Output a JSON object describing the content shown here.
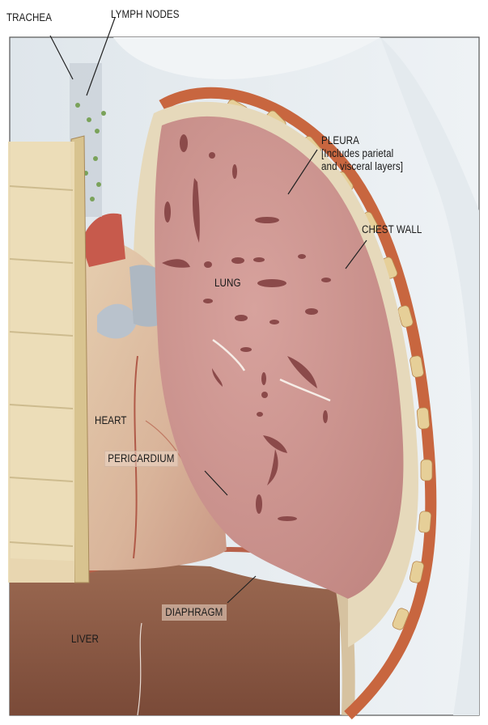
{
  "labels": {
    "trachea": "TRACHEA",
    "lymph_nodes": "LYMPH NODES",
    "pleura_title": "PLEURA",
    "pleura_line2": "[Includes parietal",
    "pleura_line3": "and visceral layers]",
    "chest_wall": "CHEST WALL",
    "lung": "LUNG",
    "heart": "HEART",
    "pericardium": "PERICARDIUM",
    "diaphragm": "DIAPHRAGM",
    "liver": "LIVER"
  },
  "colors": {
    "lung_tissue": "#c9928f",
    "pleura_fat": "#e8dcc0",
    "chest_wall": "#c8663f",
    "skin": "#e6ecf0",
    "rib_bone": "#ecdcb5",
    "liver": "#8a5a45",
    "heart": "#d9b19a",
    "frame": "#555555"
  }
}
